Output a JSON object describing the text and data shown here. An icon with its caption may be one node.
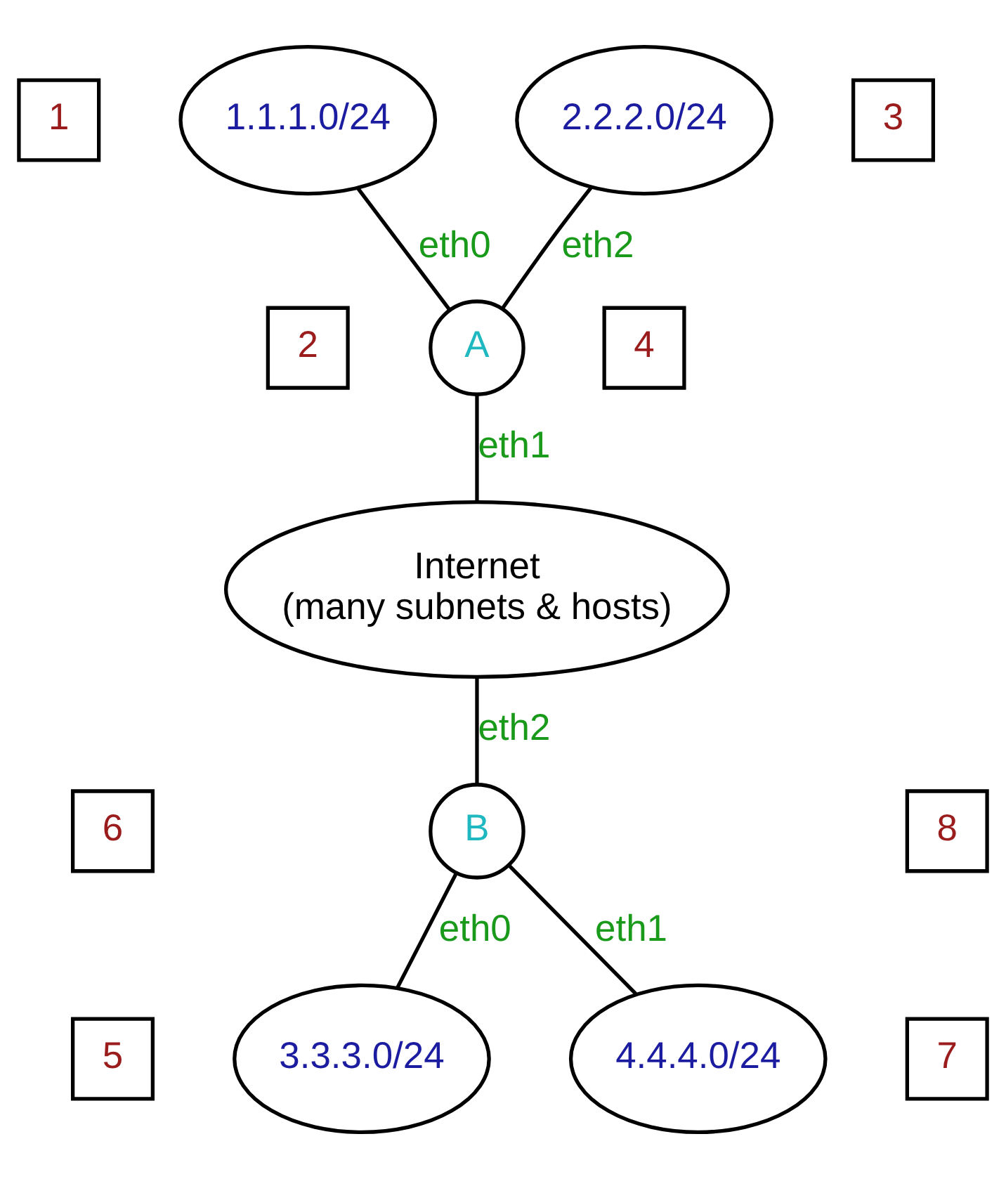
{
  "diagram": {
    "nodes": [
      {
        "text": [
          "1"
        ]
      },
      {
        "text": [
          "1.1.1.0/24"
        ]
      },
      {
        "text": [
          "2.2.2.0/24"
        ]
      },
      {
        "text": [
          "3"
        ]
      },
      {
        "text": [
          "2"
        ]
      },
      {
        "text": [
          "4"
        ]
      },
      {
        "text": [
          "A"
        ]
      },
      {
        "text": [
          "Internet",
          "(many subnets & hosts)"
        ]
      },
      {
        "text": [
          "B"
        ]
      },
      {
        "text": [
          "6"
        ]
      },
      {
        "text": [
          "8"
        ]
      },
      {
        "text": [
          "5"
        ]
      },
      {
        "text": [
          "3.3.3.0/24"
        ]
      },
      {
        "text": [
          "4.4.4.0/24"
        ]
      },
      {
        "text": [
          "7"
        ]
      }
    ],
    "edges": [
      {
        "from": 1,
        "to": 6,
        "arrow": "none",
        "label": "eth0"
      },
      {
        "from": 2,
        "to": 6,
        "arrow": "none",
        "label": "eth2"
      },
      {
        "from": 6,
        "to": 7,
        "arrow": "none",
        "label": "eth1"
      },
      {
        "from": 7,
        "to": 8,
        "arrow": "none",
        "label": "eth2"
      },
      {
        "from": 8,
        "to": 12,
        "arrow": "none",
        "label": "eth0"
      },
      {
        "from": 8,
        "to": 13,
        "arrow": "none",
        "label": "eth1"
      }
    ]
  }
}
